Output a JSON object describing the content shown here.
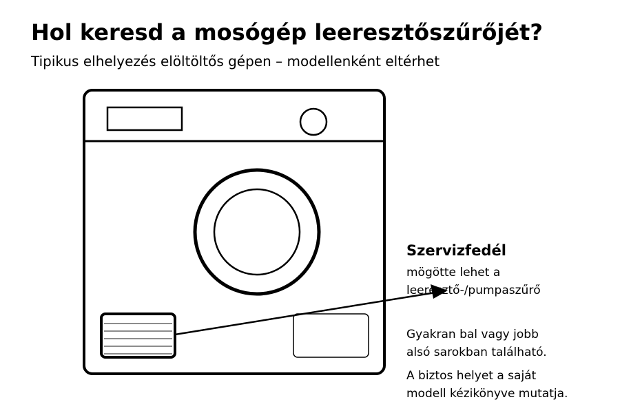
{
  "title": "Hol keresd a mosógép leeresztőszűrőjét?",
  "subtitle": "Tipikus elhelyezés elöltöltős gépen – modellenként eltérhet",
  "callout": {
    "heading": "Szervizfedél",
    "lines": [
      "mögötte lehet a",
      "leeresztő-/pumpaszűrő"
    ]
  },
  "notes": [
    [
      "Gyakran bal vagy jobb",
      "alsó sarokban található."
    ],
    [
      "A biztos helyet a saját",
      "modell kézikönyve mutatja."
    ]
  ]
}
